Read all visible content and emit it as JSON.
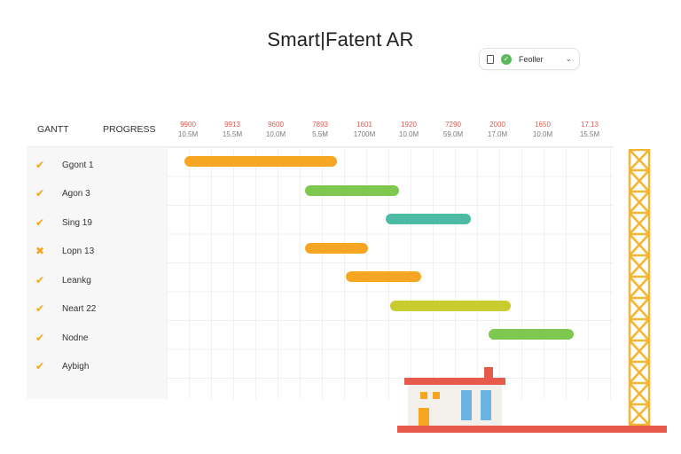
{
  "app": {
    "title": "Smart|Fatent AR"
  },
  "user_menu": {
    "name": "Feoller",
    "icon_left": "device-icon",
    "avatar_icon": "check-avatar-icon",
    "dropdown_icon": "chevron-down-icon"
  },
  "gantt": {
    "header_gantt": "GANTT",
    "header_progress": "PROGRESS",
    "time_columns": [
      {
        "top": "9900",
        "bottom": "10.5M"
      },
      {
        "top": "9913",
        "bottom": "15.5M"
      },
      {
        "top": "9600",
        "bottom": "10.0M"
      },
      {
        "top": "7893",
        "bottom": "5.5M"
      },
      {
        "top": "1601",
        "bottom": "1700M"
      },
      {
        "top": "1920",
        "bottom": "10.0M"
      },
      {
        "top": "7290",
        "bottom": "59.0M"
      },
      {
        "top": "2000",
        "bottom": "17.0M"
      },
      {
        "top": "1650",
        "bottom": "10.0M"
      },
      {
        "top": "17.13",
        "bottom": "15.5M"
      }
    ],
    "tasks": [
      {
        "name": "Ggont 1",
        "status": "check",
        "start": 0.04,
        "end": 0.38,
        "color": "#f6a623"
      },
      {
        "name": "Agon 3",
        "status": "check",
        "start": 0.31,
        "end": 0.52,
        "color": "#7ec850"
      },
      {
        "name": "Sing 19",
        "status": "check",
        "start": 0.49,
        "end": 0.68,
        "color": "#4dbba3"
      },
      {
        "name": "Lopn 13",
        "status": "cross",
        "start": 0.31,
        "end": 0.45,
        "color": "#f6a623"
      },
      {
        "name": "Leankg",
        "status": "check",
        "start": 0.4,
        "end": 0.57,
        "color": "#f6a623"
      },
      {
        "name": "Neart 22",
        "status": "check",
        "start": 0.5,
        "end": 0.77,
        "color": "#c8cc2e"
      },
      {
        "name": "Nodne",
        "status": "check",
        "start": 0.72,
        "end": 0.91,
        "color": "#7ec850"
      },
      {
        "name": "Aybigh",
        "status": "check",
        "start": null,
        "end": null,
        "color": "#f6a623"
      }
    ]
  },
  "colors": {
    "accent_orange": "#f6a623",
    "accent_red": "#e55a4b",
    "crane_yellow": "#f6b530",
    "window_blue": "#6cb2e2"
  }
}
